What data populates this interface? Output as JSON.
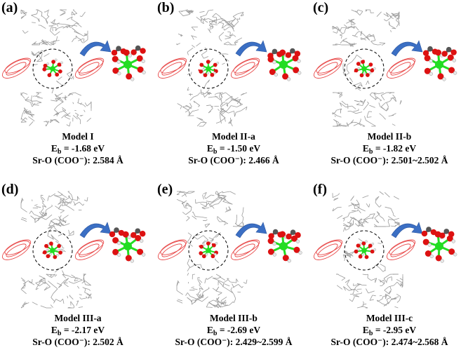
{
  "panels": [
    {
      "label": "(a)",
      "model": "Model I",
      "eb_value": "-1.68 eV",
      "sro_value": "2.584 Å"
    },
    {
      "label": "(b)",
      "model": "Model II-a",
      "eb_value": "-1.50 eV",
      "sro_value": "2.466 Å"
    },
    {
      "label": "(c)",
      "model": "Model II-b",
      "eb_value": "-1.82 eV",
      "sro_value": "2.501~2.502 Å"
    },
    {
      "label": "(d)",
      "model": "Model III-a",
      "eb_value": "-2.17 eV",
      "sro_value": "2.502 Å"
    },
    {
      "label": "(e)",
      "model": "Model III-b",
      "eb_value": "-2.69 eV",
      "sro_value": "2.429~2.599 Å"
    },
    {
      "label": "(f)",
      "model": "Model III-c",
      "eb_value": "-2.95 eV",
      "sro_value": "2.474~2.568 Å"
    }
  ],
  "eb_symbol": "E",
  "eb_subscript": "b",
  "eb_equals": " = ",
  "sro_prefix": "Sr-O (COO⁻): ",
  "colors": {
    "strontium": "#22dd22",
    "oxygen": "#dd1111",
    "carbon": "#555555",
    "hydrogen": "#e8e8e8",
    "framework": "#9a9a9a",
    "crown_rings": "#e84a4a",
    "arrow": "#3b6fc4"
  }
}
